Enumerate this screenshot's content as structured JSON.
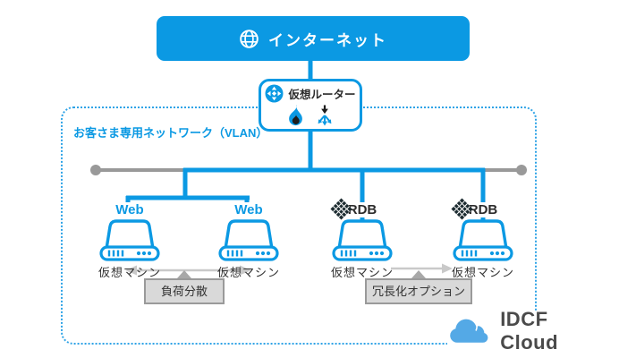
{
  "colors": {
    "primary_blue": "#0B99E3",
    "dashed_border_blue": "#2FA3E6",
    "logo_cloud_blue": "#54A9E6",
    "dark_text": "#333333",
    "gray_line": "#999999",
    "light_arrow": "#c9c9c9",
    "annotation_box_bg": "#d9d9d9",
    "annotation_box_border": "#9a9a9a",
    "logo_text_color": "#4a4a4a"
  },
  "internet": {
    "label": "インターネット",
    "icon": "globe-icon"
  },
  "router": {
    "label": "仮想ルーター",
    "icons": [
      "router-icon",
      "firewall-flame-icon",
      "load-balancer-icon"
    ]
  },
  "vlan": {
    "label": "お客さま専用ネットワーク（VLAN）"
  },
  "machines": [
    {
      "type": "web",
      "badge": "Web",
      "label": "仮想マシン"
    },
    {
      "type": "web",
      "badge": "Web",
      "label": "仮想マシン"
    },
    {
      "type": "rdb",
      "badge": "RDB",
      "label": "仮想マシン"
    },
    {
      "type": "rdb",
      "badge": "RDB",
      "label": "仮想マシン"
    }
  ],
  "annotations": {
    "load_balancing": "負荷分散",
    "redundancy_option": "冗長化オプション"
  },
  "logo": {
    "text": "IDCF Cloud",
    "icon": "cloud-icon"
  }
}
